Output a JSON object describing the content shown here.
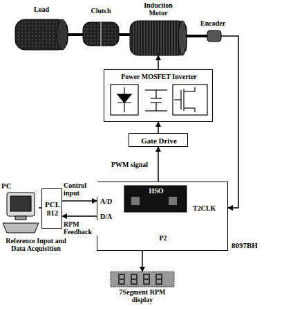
{
  "diagram": {
    "nodes": [
      {
        "text": [
          "Load"
        ]
      },
      {
        "text": [
          "Clutch"
        ]
      },
      {
        "text": [
          "Induction Motor"
        ]
      },
      {
        "text": [
          "Encoder"
        ]
      },
      {
        "text": [
          "Power MOSFET Inverter"
        ]
      },
      {
        "text": [
          "Gate Drive"
        ]
      },
      {
        "text": [
          "8097BH",
          "A/D",
          "D/A",
          "HSO",
          "T2CLK",
          "P2"
        ]
      },
      {
        "text": [
          "PCL 812"
        ]
      },
      {
        "text": [
          "PC",
          "Reference Input and Data Acquisition"
        ]
      },
      {
        "text": [
          "7Segment RPM display"
        ]
      }
    ],
    "edges": [
      {
        "from": 0,
        "to": 1,
        "arrow": "none"
      },
      {
        "from": 1,
        "to": 2,
        "arrow": "none"
      },
      {
        "from": 2,
        "to": 3,
        "arrow": "none"
      },
      {
        "from": 4,
        "to": 2,
        "arrow": "to"
      },
      {
        "from": 5,
        "to": 4,
        "arrow": "to"
      },
      {
        "from": 6,
        "to": 5,
        "label": "PWM signal",
        "arrow": "to"
      },
      {
        "from": 3,
        "to": 6,
        "arrow": "to"
      },
      {
        "from": 7,
        "to": 6,
        "label": "Control input",
        "arrow": "to"
      },
      {
        "from": 6,
        "to": 7,
        "label": "RPM Feedback",
        "arrow": "to"
      },
      {
        "from": 8,
        "to": 7,
        "arrow": "none"
      },
      {
        "from": 6,
        "to": 9,
        "arrow": "to"
      }
    ]
  }
}
